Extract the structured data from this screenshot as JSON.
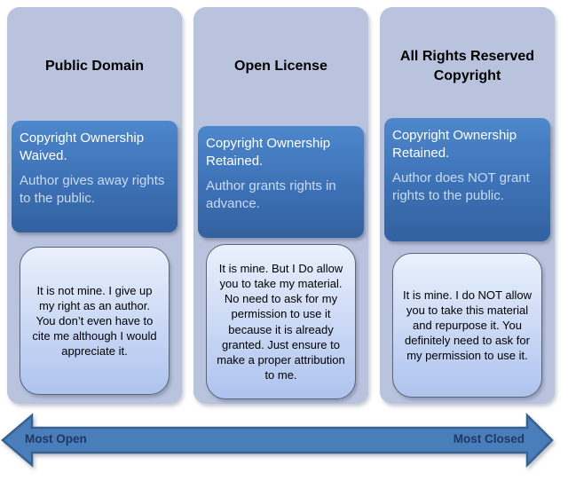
{
  "diagram": {
    "columns": [
      {
        "title": "Public Domain",
        "ownership": {
          "summary": "Copyright Ownership Waived.",
          "detail": "Author gives away rights to the public."
        },
        "quote": "It is not mine.  I give up my right as an author.  You don’t even have to cite me although I would appreciate it."
      },
      {
        "title": "Open License",
        "ownership": {
          "summary": "Copyright Ownership Retained.",
          "detail": "Author grants rights in advance."
        },
        "quote": "It is mine. But I Do allow you to take my material. No need to ask for my permission to use it because it is already granted. Just ensure to make a proper attribution to me."
      },
      {
        "title": "All Rights Reserved Copyright",
        "ownership": {
          "summary": "Copyright Ownership Retained.",
          "detail": "Author does NOT grant rights to the public."
        },
        "quote": "It is mine. I do NOT allow you to take this material and repurpose it. You definitely need to ask for my permission to use it."
      }
    ],
    "axis": {
      "left_label": "Most Open",
      "right_label": "Most Closed"
    },
    "colors": {
      "panel_fill": "#b9c3dd",
      "ownership_box_top": "#4e87cb",
      "ownership_box_bottom": "#33619f",
      "ownership_detail_text": "#c9dcf2",
      "callout_top": "#eaf1fc",
      "callout_bottom": "#aec3ee",
      "arrow_fill": "#4a7ebb",
      "arrow_border": "#38618f",
      "axis_label_text": "#1f3864"
    }
  }
}
